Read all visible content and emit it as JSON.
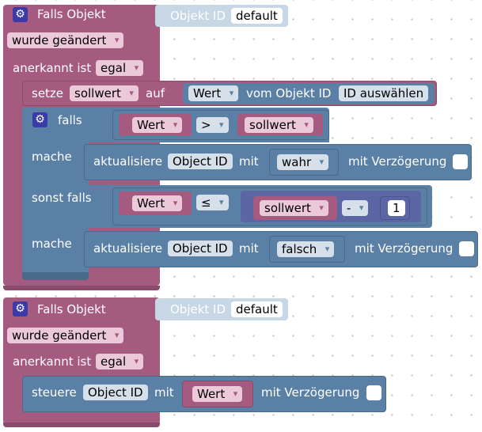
{
  "block1": {
    "title": "Falls Objekt",
    "objid_label": "Objekt ID",
    "objid_value": "default",
    "change_dd": "wurde geändert",
    "ack_label": "anerkannt ist",
    "ack_dd": "egal",
    "set_label": "setze",
    "set_var": "sollwert",
    "to_label": "auf",
    "value_dd": "Wert",
    "from_label": "vom Objekt ID",
    "select_id": "ID auswählen",
    "if_label": "falls",
    "cmp_left": "Wert",
    "op_gt": ">",
    "cmp_right": "sollwert",
    "do_label": "mache",
    "update_label": "aktualisiere",
    "object_id": "Object ID",
    "with_label": "mit",
    "true_dd": "wahr",
    "delay_label": "mit Verzögerung",
    "elseif_label": "sonst falls",
    "cmp2_left": "Wert",
    "op_le": "≤",
    "math_left": "sollwert",
    "math_op": "-",
    "math_num": "1",
    "do2_label": "mache",
    "false_dd": "falsch"
  },
  "block2": {
    "title": "Falls Objekt",
    "objid_label": "Objekt ID",
    "objid_value": "default",
    "change_dd": "wurde geändert",
    "ack_label": "anerkannt ist",
    "ack_dd": "egal",
    "control_label": "steuere",
    "object_id": "Object ID",
    "with_label": "mit",
    "value_dd": "Wert",
    "delay_label": "mit Verzögerung"
  },
  "colors": {
    "trigger": "#a55b80",
    "logic": "#5b80a5",
    "math": "#5b67a5",
    "gear": "#3a3aa8"
  }
}
